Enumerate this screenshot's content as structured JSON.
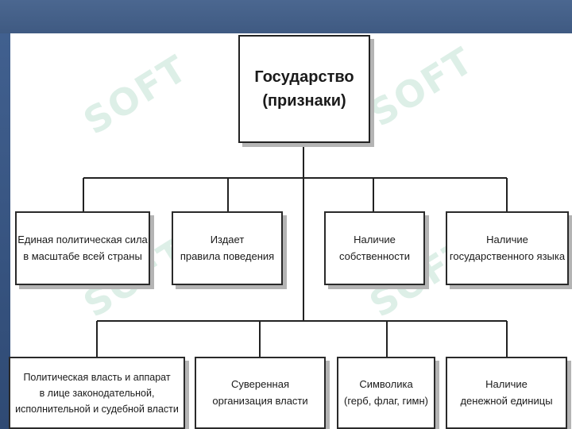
{
  "diagram": {
    "root": {
      "line1": "Государство",
      "line2": "(признаки)"
    },
    "row1": [
      {
        "line1": "Единая политическая сила",
        "line2": "в масштабе всей страны"
      },
      {
        "line1": "Издает",
        "line2": "правила поведения"
      },
      {
        "line1": "Наличие",
        "line2": "собственности"
      },
      {
        "line1": "Наличие",
        "line2": "государственного языка"
      }
    ],
    "row2": [
      {
        "line1": "Политическая власть и аппарат",
        "line2": "в лице законодательной,",
        "line3": "исполнительной и судебной власти"
      },
      {
        "line1": "Суверенная",
        "line2": "организация власти"
      },
      {
        "line1": "Символика",
        "line2": "(герб, флаг, гимн)"
      },
      {
        "line1": "Наличие",
        "line2": "денежной единицы"
      }
    ]
  },
  "watermark": {
    "text": "SOFT",
    "color": "#96cdb4"
  },
  "colors": {
    "frame": "#4b6790",
    "line": "#222222",
    "shadow": "#b4b4b4"
  }
}
